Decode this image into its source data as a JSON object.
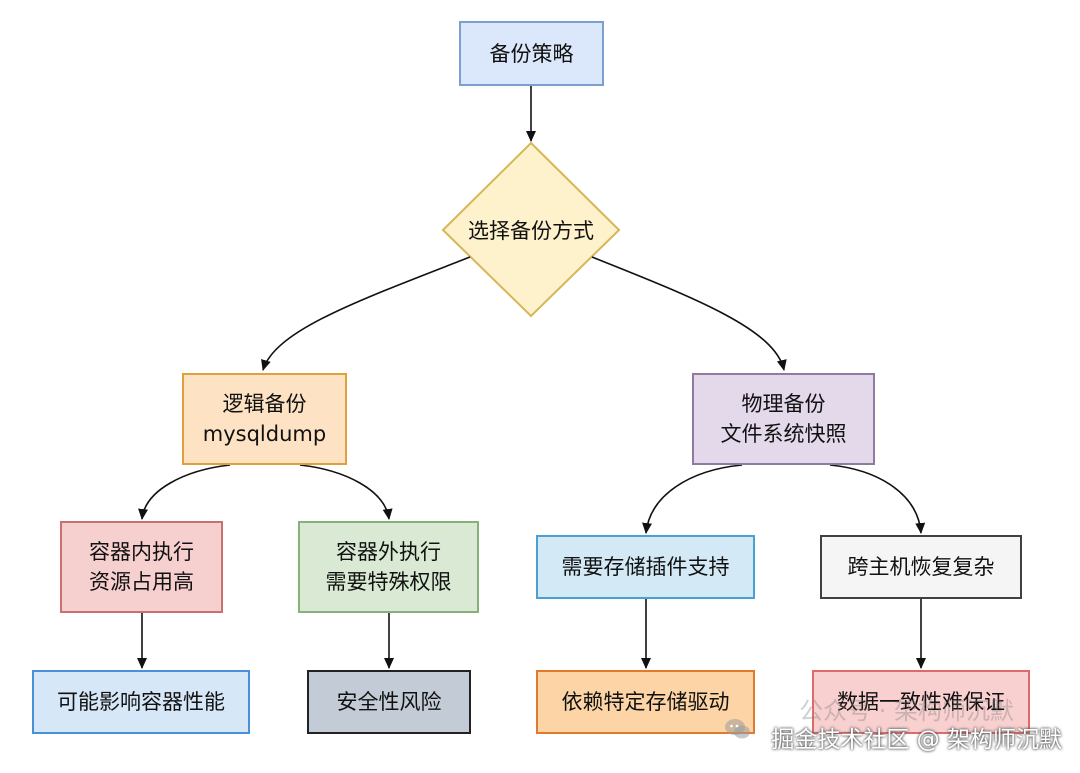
{
  "root": {
    "label": "备份策略"
  },
  "decision": {
    "label": "选择备份方式"
  },
  "logical": {
    "line1": "逻辑备份",
    "line2": "mysqldump"
  },
  "physical": {
    "line1": "物理备份",
    "line2": "文件系统快照"
  },
  "inside": {
    "line1": "容器内执行",
    "line2": "资源占用高"
  },
  "outside": {
    "line1": "容器外执行",
    "line2": "需要特殊权限"
  },
  "plugin": {
    "label": "需要存储插件支持"
  },
  "crosshost": {
    "label": "跨主机恢复复杂"
  },
  "perf": {
    "label": "可能影响容器性能"
  },
  "security": {
    "label": "安全性风险"
  },
  "driver": {
    "label": "依赖特定存储驱动"
  },
  "consistency": {
    "label": "数据一致性难保证"
  },
  "watermark": {
    "line1": "公众号 · 架构师沉默",
    "line2": "掘金技术社区 @ 架构师沉默",
    "icon": "wechat-icon"
  }
}
